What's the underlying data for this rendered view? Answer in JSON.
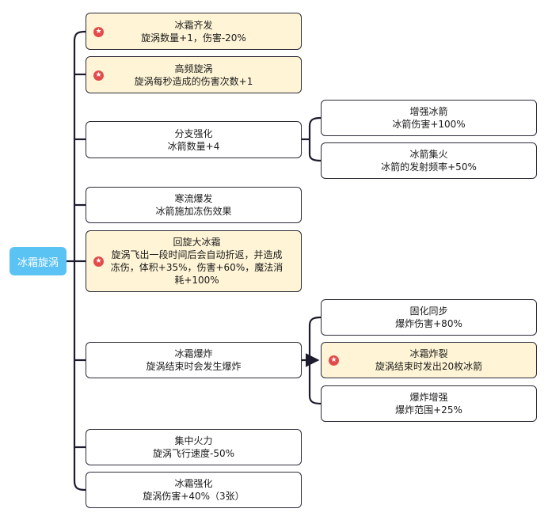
{
  "root": {
    "label": "冰霜旋涡"
  },
  "branches": [
    {
      "title": "冰霜齐发",
      "desc": "旋涡数量+1，伤害-20%",
      "starred": true
    },
    {
      "title": "高频旋涡",
      "desc": "旋涡每秒造成的伤害次数+1",
      "starred": true
    },
    {
      "title": "分支强化",
      "desc": "冰箭数量+4",
      "starred": false
    },
    {
      "title": "寒流爆发",
      "desc": "冰箭施加冻伤效果",
      "starred": false
    },
    {
      "title": "回旋大冰霜",
      "desc": "旋涡飞出一段时间后会自动折返，并造成冻伤，体积+35%，伤害+60%，魔法消耗+100%",
      "starred": true
    },
    {
      "title": "冰霜爆炸",
      "desc": "旋涡结束时会发生爆炸",
      "starred": false
    },
    {
      "title": "集中火力",
      "desc": "旋涡飞行速度-50%",
      "starred": false
    },
    {
      "title": "冰霜强化",
      "desc": "旋涡伤害+40%（3张）",
      "starred": false
    }
  ],
  "sub_branches": [
    {
      "parent": "分支强化",
      "title": "增强冰箭",
      "desc": "冰箭伤害+100%",
      "starred": false
    },
    {
      "parent": "分支强化",
      "title": "冰箭集火",
      "desc": "冰箭的发射频率+50%",
      "starred": false
    },
    {
      "parent": "冰霜爆炸",
      "title": "固化同步",
      "desc": "爆炸伤害+80%",
      "starred": false
    },
    {
      "parent": "冰霜爆炸",
      "title": "冰霜炸裂",
      "desc": "旋涡结束时发出20枚冰箭",
      "starred": true
    },
    {
      "parent": "冰霜爆炸",
      "title": "爆炸增强",
      "desc": "爆炸范围+25%",
      "starred": false
    }
  ],
  "icons": {
    "star": "star-badge-icon"
  },
  "colors": {
    "root_bg": "#5bc2f4",
    "highlight_bg": "#fff5d6",
    "star_badge": "#e34b4b",
    "connector": "#1c1c2e"
  }
}
